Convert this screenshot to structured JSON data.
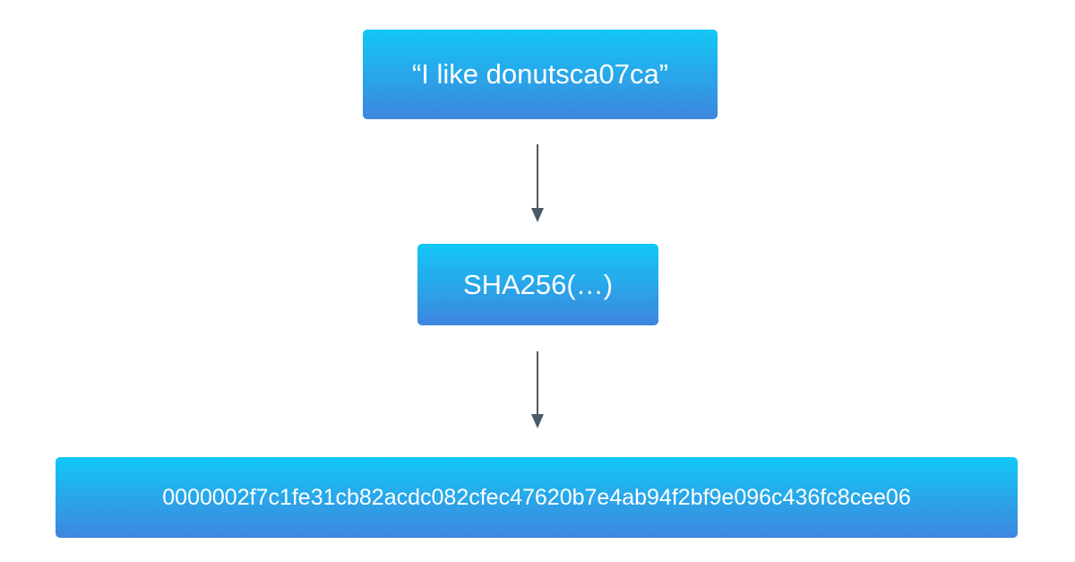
{
  "colors": {
    "box_gradient_top": "#12c8f6",
    "box_gradient_bottom": "#3f86de",
    "box_text": "#ffffff",
    "arrow": "#4a5a66",
    "background": "#ffffff"
  },
  "nodes": {
    "input": {
      "text": "“I like donutsca07ca”"
    },
    "hash_function": {
      "text": "SHA256(…)"
    },
    "output": {
      "text": "0000002f7c1fe31cb82acdc082cfec47620b7e4ab94f2bf9e096c436fc8cee06"
    }
  },
  "edges": [
    {
      "from": "input",
      "to": "hash_function"
    },
    {
      "from": "hash_function",
      "to": "output"
    }
  ]
}
